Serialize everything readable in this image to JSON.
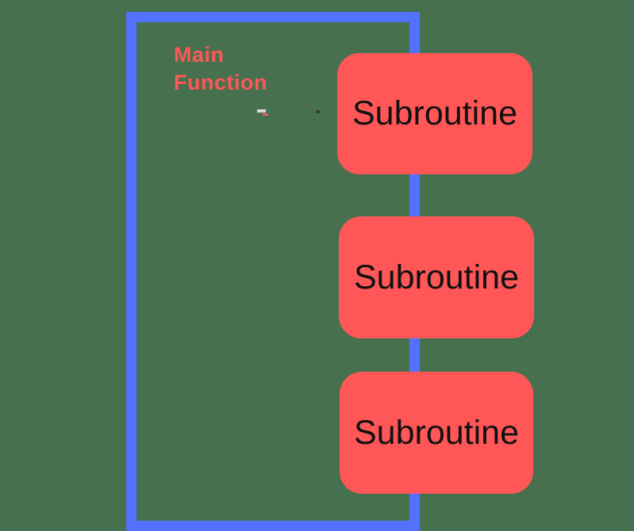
{
  "diagram": {
    "main_container": {
      "label": "Main\nFunction"
    },
    "nodes": [
      {
        "label": "Subroutine"
      },
      {
        "label": "Subroutine"
      },
      {
        "label": "Subroutine"
      }
    ]
  },
  "colors": {
    "bg": "#47714E",
    "blue": "#5271FF",
    "red": "#FF5757",
    "node-text": "#111111"
  }
}
